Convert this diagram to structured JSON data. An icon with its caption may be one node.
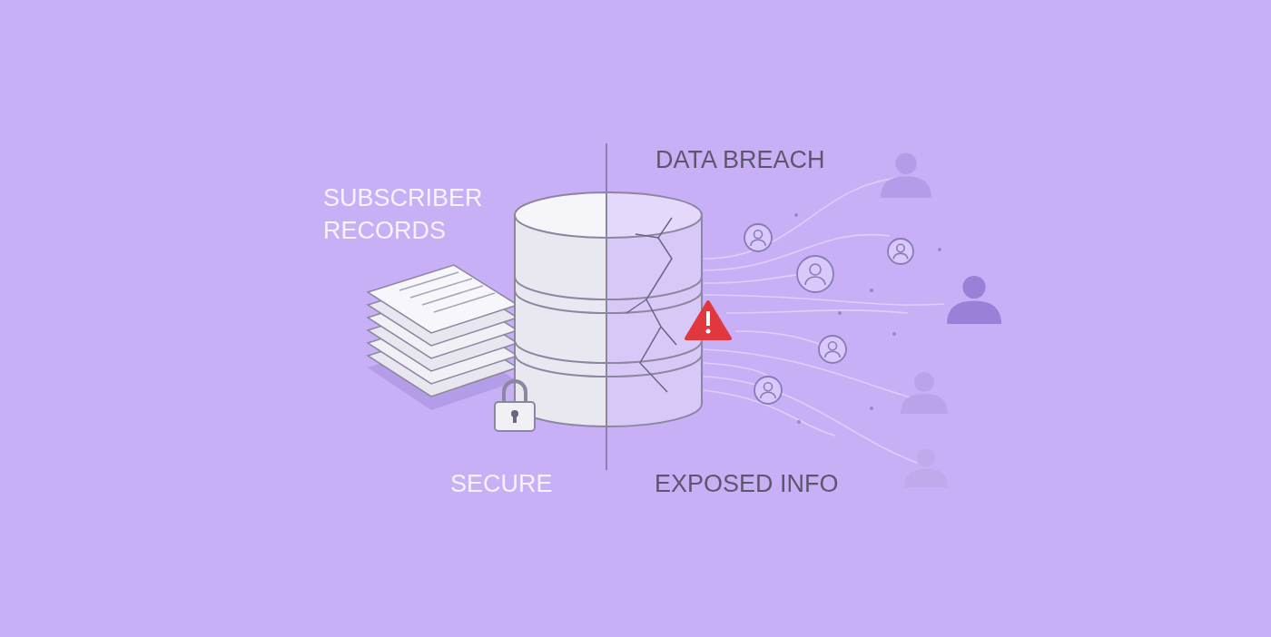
{
  "diagram": {
    "labels": [
      "SUBSCRIBER RECORDS",
      "DATA BREACH",
      "SECURE",
      "EXPOSED INFO"
    ]
  }
}
